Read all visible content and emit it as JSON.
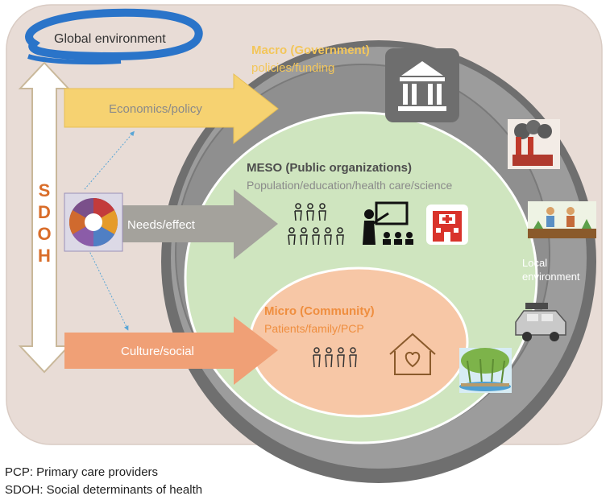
{
  "global_environment": "Global environment",
  "sdoh_letters": [
    "S",
    "D",
    "O",
    "H"
  ],
  "macro": {
    "title": "Macro (Government)",
    "subtitle": "policies/funding"
  },
  "meso": {
    "title": "MESO (Public organizations)",
    "subtitle": "Population/education/health care/science"
  },
  "micro": {
    "title": "Micro (Community)",
    "subtitle": "Patients/family/PCP"
  },
  "local_environment": [
    "Local",
    "environment"
  ],
  "arrows": {
    "economics": "Economics/policy",
    "needs": "Needs/effect",
    "culture": "Culture/social"
  },
  "footnotes": [
    "PCP: Primary care providers",
    "SDOH: Social determinants of health"
  ],
  "colors": {
    "frame": "#e8dcd6",
    "outer_ring": "#7d7d7d",
    "macro_circle": "#8f8f8f",
    "meso_circle": "#cfe5bf",
    "micro_circle": "#f7c7a6",
    "economics_arrow": "#f6d271",
    "needs_arrow": "#a4a29c",
    "culture_arrow": "#f0a076",
    "macro_text": "#f3c65a",
    "micro_text": "#ef8e3f",
    "sdoh_text": "#d96d2a",
    "global_swirl": "#2a74c9"
  },
  "icons": [
    "government-building-icon",
    "factory-pollution-icon",
    "farming-people-icon",
    "car-icon",
    "lake-tree-icon",
    "population-icon",
    "teacher-icon",
    "hospital-icon",
    "family-icon",
    "home-heart-icon",
    "sdoh-wheel-icon"
  ]
}
